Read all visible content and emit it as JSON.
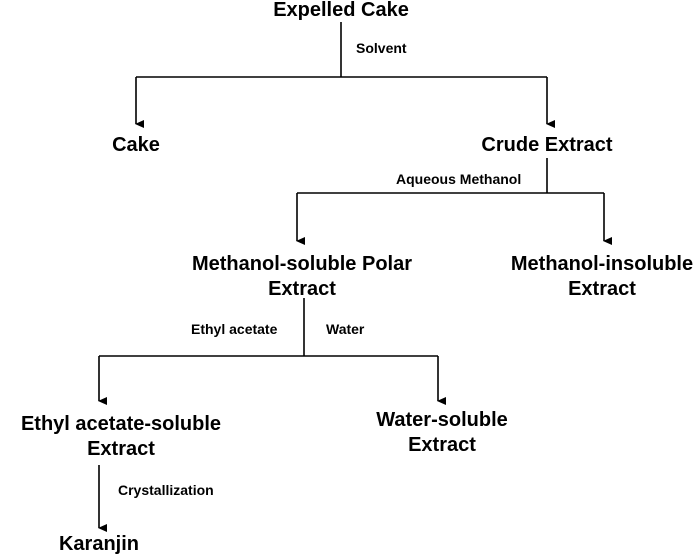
{
  "nodes": {
    "expelled_cake": "Expelled Cake",
    "cake": "Cake",
    "crude_extract": "Crude Extract",
    "methanol_soluble": [
      "Methanol-soluble Polar",
      "Extract"
    ],
    "methanol_insoluble": [
      "Methanol-insoluble",
      "Extract"
    ],
    "ethyl_acetate_soluble": [
      "Ethyl acetate-soluble",
      "Extract"
    ],
    "water_soluble": [
      "Water-soluble",
      "Extract"
    ],
    "karanjin": "Karanjin"
  },
  "edge_labels": {
    "solvent": "Solvent",
    "aqueous_methanol": "Aqueous Methanol",
    "ethyl_acetate": "Ethyl acetate",
    "water": "Water",
    "crystallization": "Crystallization"
  }
}
